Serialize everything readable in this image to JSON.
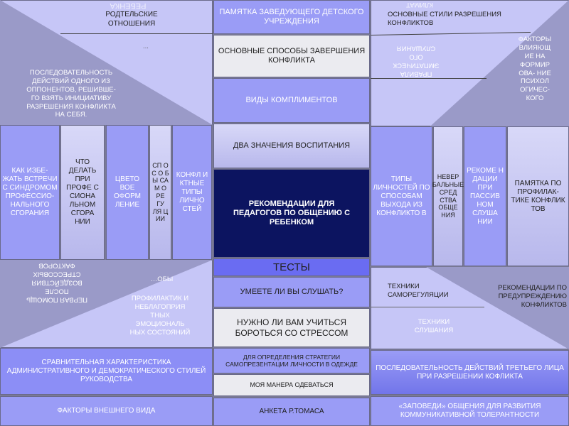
{
  "left_top": {
    "upper": "Родтельские отношения",
    "flipped_fragment": "Ребенка",
    "dots": "...",
    "triangle": "Последовательность действий одного из оппонентов, решивше- го взять инициативу разрешения конфликта на себя."
  },
  "left_cols": [
    "Как избе- жать встречи с синдромом профессио- нального сгорания",
    "Что делать при профе с сиона льном сгора нии",
    "Цвето вое оформ ление",
    "Сп о с о б ы са м о ре гу ля ц ии",
    "Конфл и ктные типы лично стей"
  ],
  "left_bottom": {
    "flipped": "Первая помощь после воздействия стрессовых факторов",
    "fragment": "…обы",
    "light": "Профилактик и неблагоприя тных эмоциональ ных состояний"
  },
  "left_bars": [
    "Сравнительная характеристика административного и демократического стилей руководства",
    "Факторы внешнего вида"
  ],
  "center": {
    "memo": "Памятка заведующего детского учреждения",
    "ways": "Основные способы завершения конфликта",
    "compliments": "Виды комплиментов",
    "two_meanings": "Два значения воспитания",
    "main": "Рекомендации для педагогов по общению с ребенком",
    "tests": "Тесты",
    "listen": "Умеете ли вы слушать?",
    "stress": "Нужно ли вам учиться бороться со стрессом",
    "strategy": "Для определения стратегии самопрезентации личности в одежде",
    "manner": "Моя манера одеваться",
    "thomas": "Анкета Р.Томаса"
  },
  "right_top": {
    "styles": "Основные стили разрешения конфликтов",
    "flipped": "Правила эмпатическ ого слушания",
    "flipped_top": "Климат",
    "triangle": "Факторы влияющ ие на формир ова- ние психол огичес- кого"
  },
  "right_cols": [
    "Типы личностей по способам выхода из конфликто в",
    "Невер бальные сред ства обще ния",
    "Рекоме н дации при пассив ном слуша нии",
    "Памятка по профилак- тике конфлик тов"
  ],
  "right_bottom": {
    "self_reg": "Техники саморегуляции",
    "prevent": "Рекомендации по предупреждению конфликтов",
    "listening": "Техники слушания"
  },
  "right_bars": [
    "Последовательность действий третьего лица при разрешении кофликта",
    "«Заповеди» общения для развития коммуникативной толерантности"
  ]
}
